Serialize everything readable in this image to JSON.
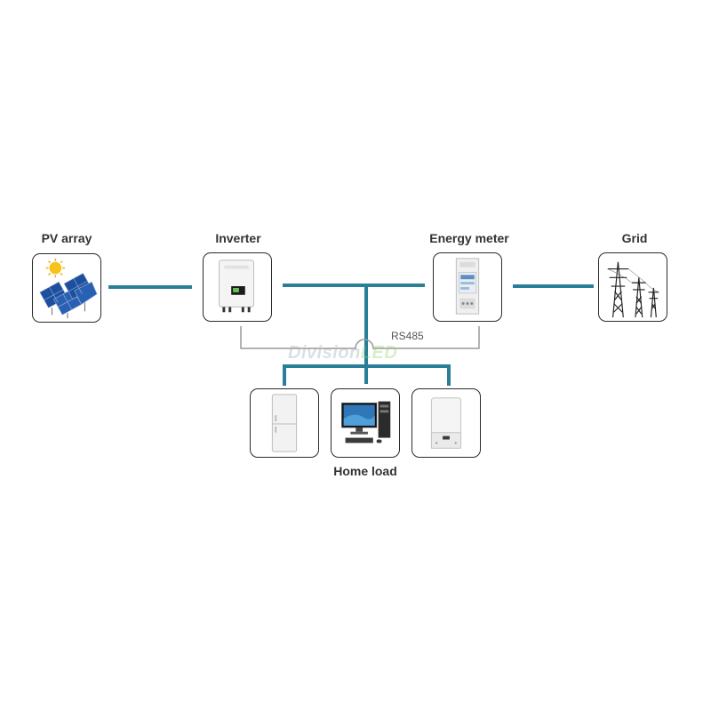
{
  "nodes": {
    "pv_array": "PV array",
    "inverter": "Inverter",
    "energy_meter": "Energy meter",
    "grid": "Grid",
    "home_load": "Home load"
  },
  "link_label": "RS485",
  "watermark": {
    "part1": "Division",
    "part2": "LED"
  },
  "colors": {
    "power_line": "#2a7f98",
    "signal_line": "#9a9a9a",
    "box_border": "#2b2b2b"
  },
  "icons": [
    "solar-panel-icon",
    "inverter-icon",
    "energy-meter-icon",
    "power-tower-icon",
    "refrigerator-icon",
    "desktop-computer-icon",
    "air-conditioner-icon"
  ]
}
